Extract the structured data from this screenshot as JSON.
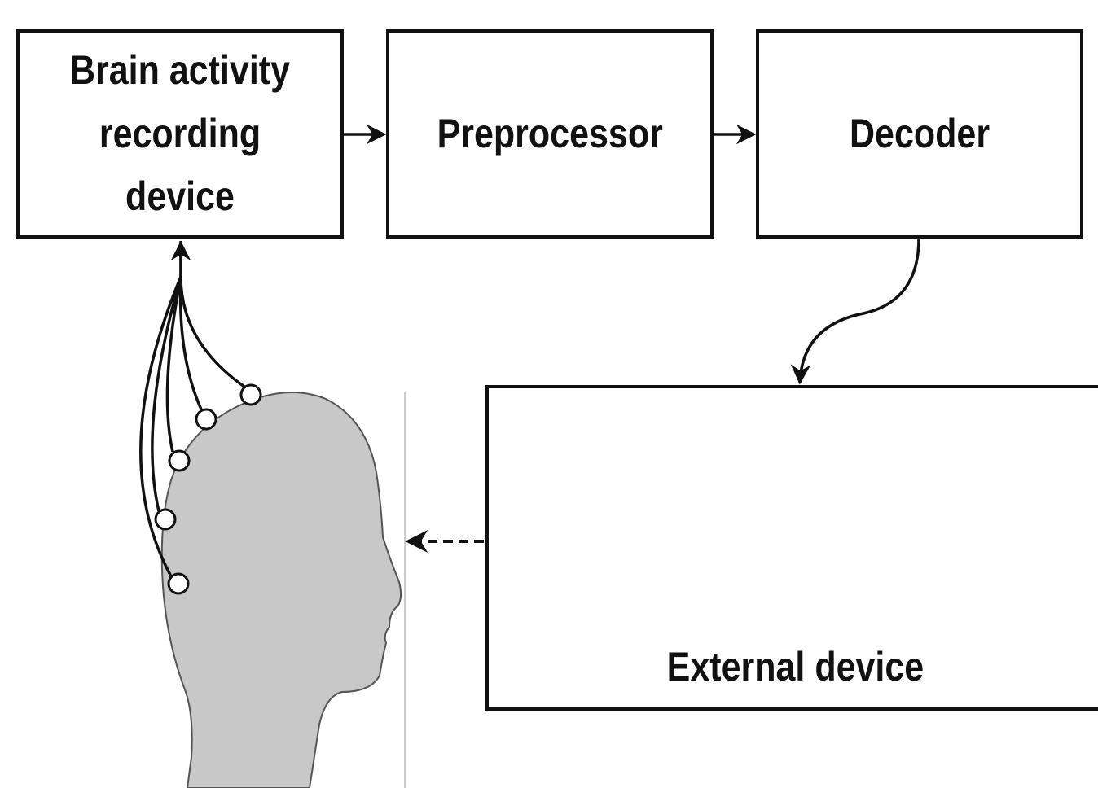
{
  "boxes": {
    "recording": {
      "line1": "Brain activity",
      "line2": "recording device"
    },
    "preprocessor": "Preprocessor",
    "decoder": "Decoder",
    "external": "External device"
  },
  "icons": [
    "wheelchair-icon",
    "laptop-icon",
    "robotic-arm-icon",
    "head-silhouette-icon",
    "electrode-icon"
  ],
  "colors": {
    "stroke": "#111111",
    "head_fill": "#c8c8c8"
  }
}
